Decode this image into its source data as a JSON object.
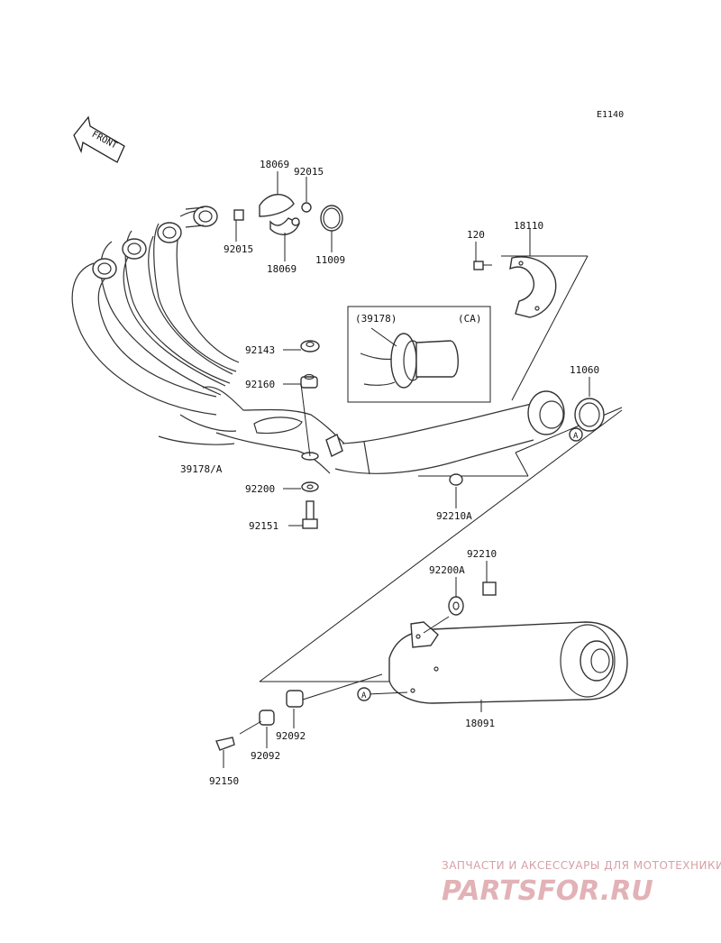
{
  "diagram_code": "E1140",
  "direction_label": "FRONT",
  "inset": {
    "part_ref": "(39178)",
    "region": "(CA)"
  },
  "callout_ref": "A",
  "parts": [
    {
      "id": "p18069a",
      "number": "18069"
    },
    {
      "id": "p92015a",
      "number": "92015"
    },
    {
      "id": "p92015b",
      "number": "92015"
    },
    {
      "id": "p18069b",
      "number": "18069"
    },
    {
      "id": "p11009",
      "number": "11009"
    },
    {
      "id": "p120",
      "number": "120"
    },
    {
      "id": "p18110",
      "number": "18110"
    },
    {
      "id": "p92143",
      "number": "92143"
    },
    {
      "id": "p92160",
      "number": "92160"
    },
    {
      "id": "p11060",
      "number": "11060"
    },
    {
      "id": "p39178A",
      "number": "39178/A"
    },
    {
      "id": "p92200",
      "number": "92200"
    },
    {
      "id": "p92210A",
      "number": "92210A"
    },
    {
      "id": "p92151",
      "number": "92151"
    },
    {
      "id": "p92210",
      "number": "92210"
    },
    {
      "id": "p92200A",
      "number": "92200A"
    },
    {
      "id": "p18091",
      "number": "18091"
    },
    {
      "id": "p92092a",
      "number": "92092"
    },
    {
      "id": "p92092b",
      "number": "92092"
    },
    {
      "id": "p92150",
      "number": "92150"
    }
  ],
  "watermark": {
    "tagline": "ЗАПЧАСТИ И АКСЕССУАРЫ ДЛЯ МОТОТЕХНИКИ",
    "brand": "PARTSFOR.RU"
  }
}
